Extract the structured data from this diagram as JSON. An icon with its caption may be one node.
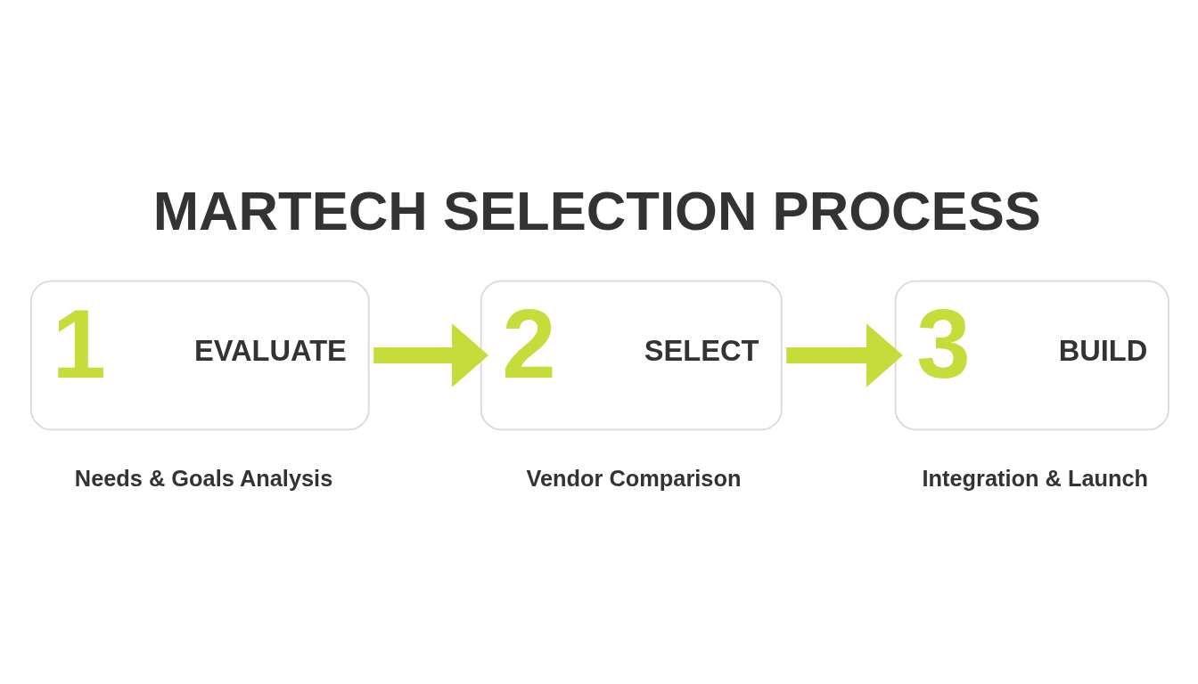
{
  "diagram": {
    "title": "MARTECH SELECTION PROCESS",
    "nodes": [
      {
        "text": [
          "1",
          "EVALUATE"
        ],
        "beside": [
          "Needs & Goals Analysis"
        ]
      },
      {
        "text": [
          "2",
          "SELECT"
        ],
        "beside": [
          "Vendor Comparison"
        ]
      },
      {
        "text": [
          "3",
          "BUILD"
        ],
        "beside": [
          "Integration & Launch"
        ]
      }
    ],
    "edges": [
      {
        "from": 0,
        "to": 1,
        "arrow": "to"
      },
      {
        "from": 1,
        "to": 2,
        "arrow": "to"
      }
    ]
  }
}
